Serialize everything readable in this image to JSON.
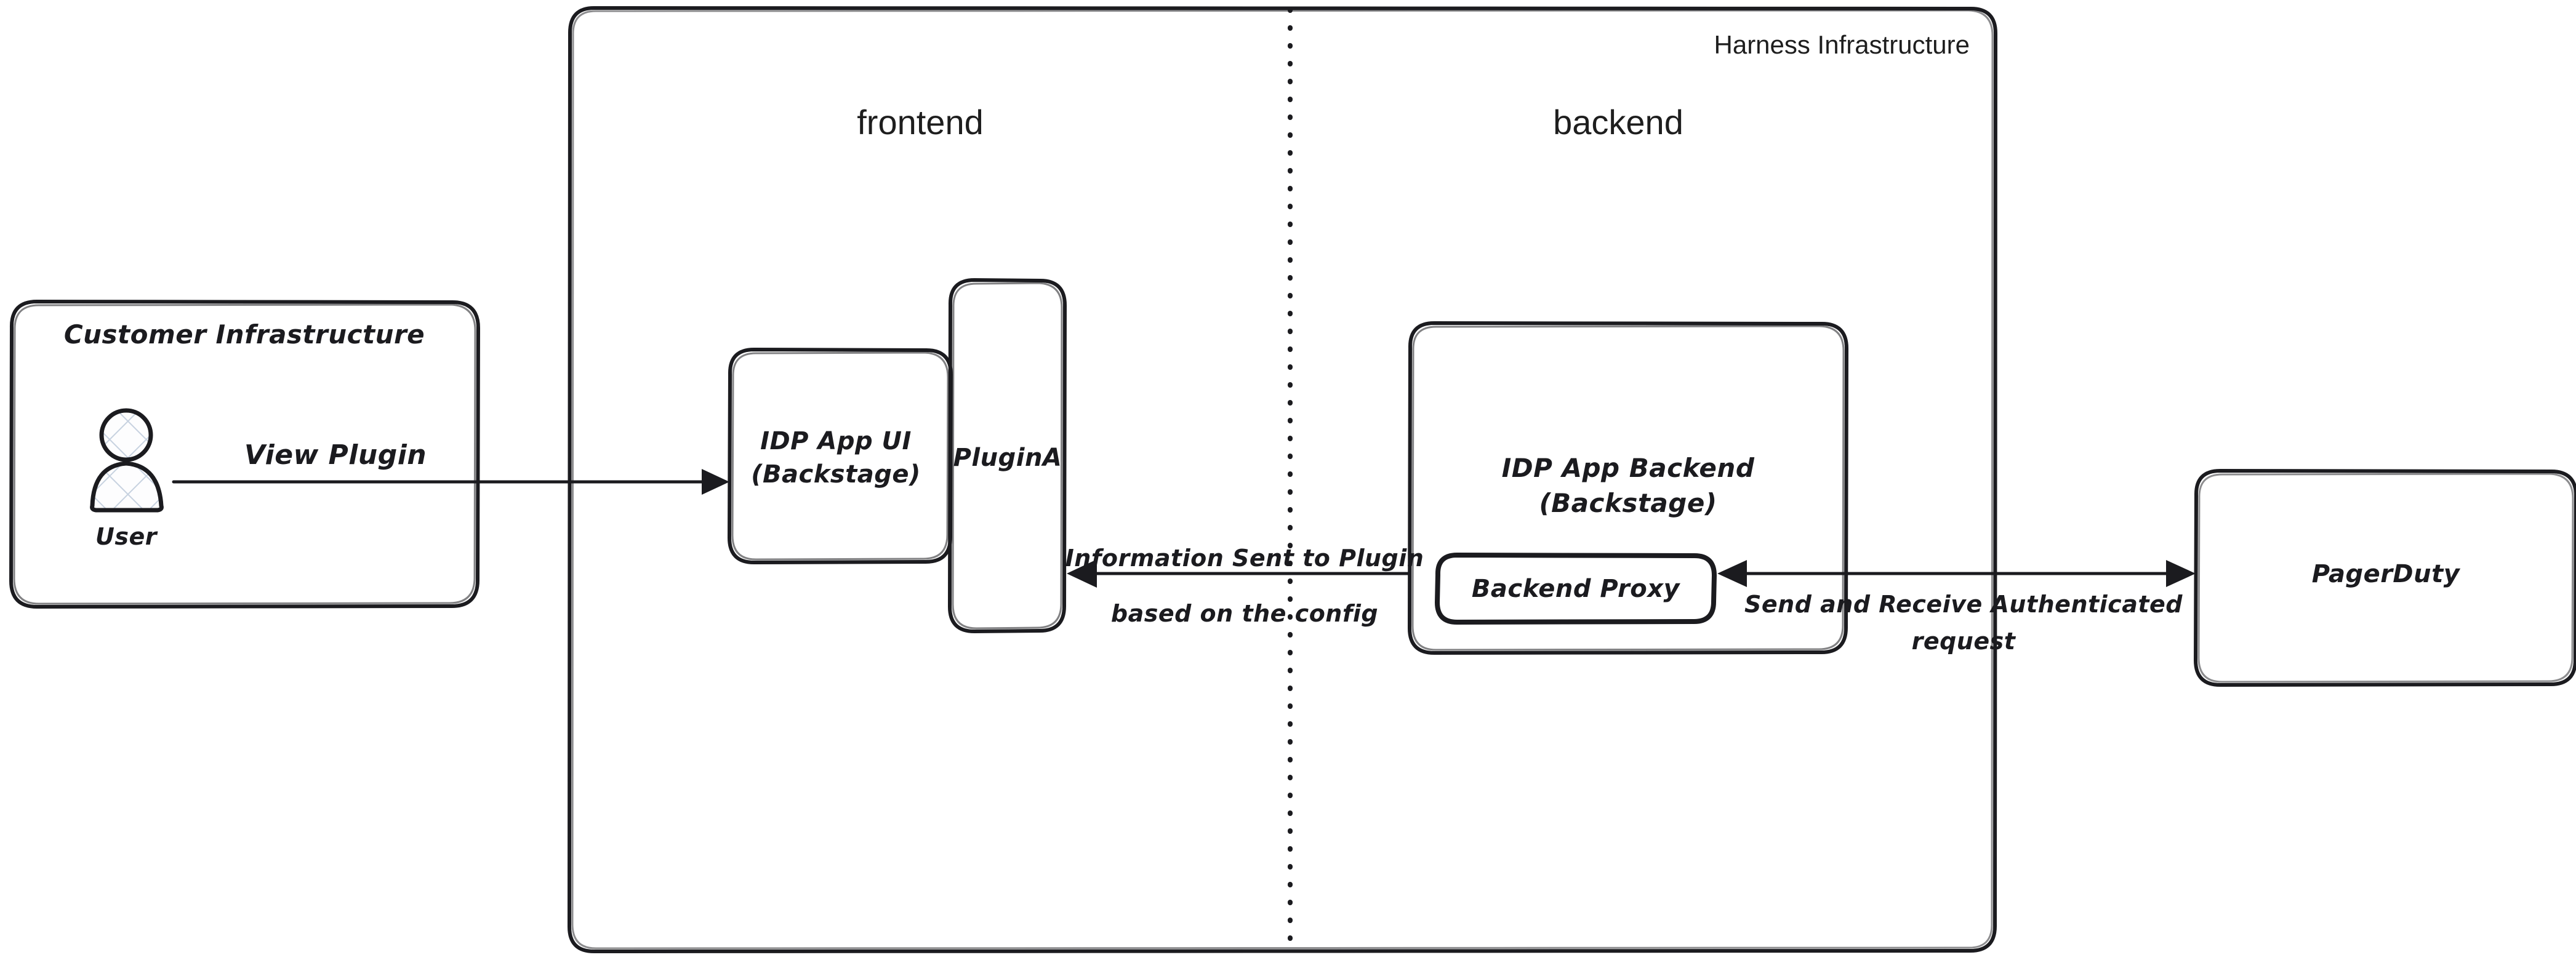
{
  "diagram": {
    "title_label": "Harness Infrastructure",
    "background_color": "#ffffff",
    "stroke_color": "#1b1b1f"
  },
  "containers": {
    "customer": {
      "label": "Customer Infrastructure"
    },
    "harness": {
      "label": "Harness Infrastructure"
    }
  },
  "zones": {
    "frontend": {
      "label": "frontend"
    },
    "backend": {
      "label": "backend"
    }
  },
  "actors": {
    "user": {
      "label": "User",
      "icon": "person-actor-icon",
      "fill_color": "#f7f9fc",
      "hatch_color": "#c7d2e0"
    }
  },
  "nodes": {
    "idp_app_ui": {
      "label_line1": "IDP App UI",
      "label_line2": "(Backstage)"
    },
    "plugin_a": {
      "label": "PluginA"
    },
    "idp_app_backend": {
      "label_line1": "IDP App Backend",
      "label_line2": "(Backstage)"
    },
    "backend_proxy": {
      "label": "Backend Proxy"
    },
    "pagerduty": {
      "label": "PagerDuty",
      "fill_color": "#a3d8fb"
    }
  },
  "connections": [
    {
      "id": "view-plugin",
      "label_line1": "View Plugin",
      "label_line2": "",
      "from": "User",
      "to": "IDP App UI (Backstage)",
      "direction": "right"
    },
    {
      "id": "information-sent-to-plugin",
      "label_line1": "Information Sent to Plugin",
      "label_line2": "based on the config",
      "from": "IDP App Backend (Backstage)",
      "to": "PluginA",
      "direction": "left"
    },
    {
      "id": "send-receive-authenticated-request",
      "label_line1": "Send and Receive Authenticated",
      "label_line2": "request",
      "from": "Backend Proxy",
      "to": "PagerDuty",
      "direction": "both"
    }
  ]
}
